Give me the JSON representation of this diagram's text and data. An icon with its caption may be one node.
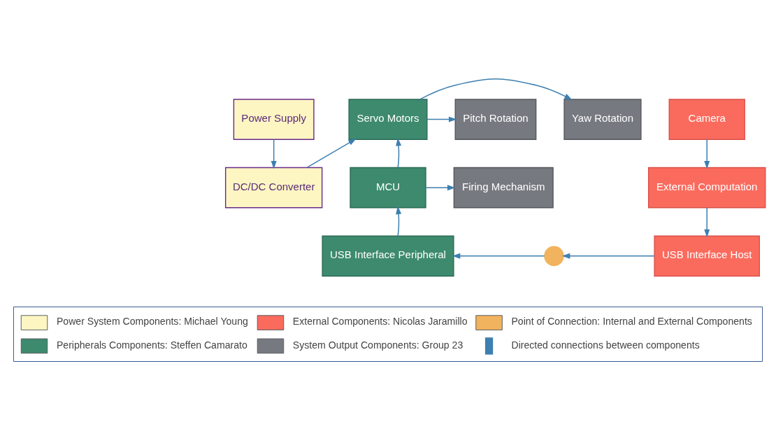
{
  "diagram": {
    "nodes": [
      {
        "text": [
          "Power Supply"
        ]
      },
      {
        "text": [
          "DC/DC Converter"
        ]
      },
      {
        "text": [
          "Servo Motors"
        ]
      },
      {
        "text": [
          "MCU"
        ]
      },
      {
        "text": [
          "USB Interface Peripheral"
        ]
      },
      {
        "text": [
          "Yaw Rotation"
        ]
      },
      {
        "text": [
          "Pitch Rotation"
        ]
      },
      {
        "text": [
          "Firing Mechanism"
        ]
      },
      {
        "text": [
          "Camera"
        ]
      },
      {
        "text": [
          "External Computation"
        ]
      },
      {
        "text": [
          "USB Interface Host"
        ]
      },
      {
        "text": [],
        "shape": "circle"
      }
    ],
    "edges": [
      {
        "from": 0,
        "to": 1,
        "arrow": "to"
      },
      {
        "from": 1,
        "to": 2,
        "arrow": "to"
      },
      {
        "from": 3,
        "to": 2,
        "arrow": "to"
      },
      {
        "from": 4,
        "to": 3,
        "arrow": "to"
      },
      {
        "from": 2,
        "to": 5,
        "arrow": "to"
      },
      {
        "from": 2,
        "to": 6,
        "arrow": "to"
      },
      {
        "from": 3,
        "to": 7,
        "arrow": "to"
      },
      {
        "from": 8,
        "to": 9,
        "arrow": "to"
      },
      {
        "from": 9,
        "to": 10,
        "arrow": "to"
      },
      {
        "from": 10,
        "to": 11,
        "arrow": "to"
      },
      {
        "from": 11,
        "to": 4,
        "arrow": "to"
      }
    ],
    "legend": [
      {
        "text": "Power System Components: Michael Young",
        "color": "#fdf6c3"
      },
      {
        "text": "External Components: Nicolas Jaramillo",
        "color": "#fa6b5e"
      },
      {
        "text": "Point of Connection: Internal and External Components",
        "color": "#f2b35e"
      },
      {
        "text": "Peripherals Components: Steffen Camarato",
        "color": "#3d8a6f"
      },
      {
        "text": "System Output Components: Group 23",
        "color": "#767980"
      },
      {
        "text": "Directed connections between components"
      }
    ]
  }
}
